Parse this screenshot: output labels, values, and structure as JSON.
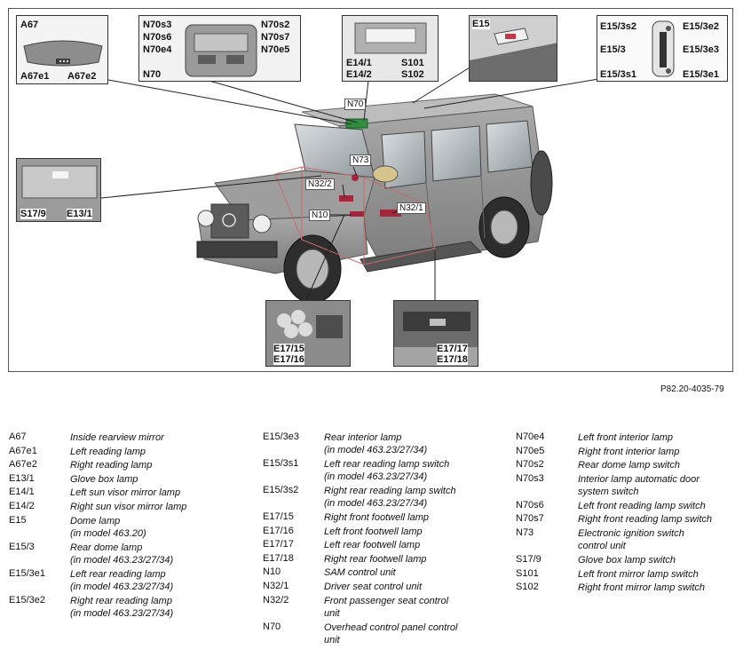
{
  "reference": "P82.20-4035-79",
  "callouts": {
    "a67": "A67",
    "a67e1": "A67e1",
    "a67e2": "A67e2",
    "n70s3": "N70s3",
    "n70s2": "N70s2",
    "n70s6": "N70s6",
    "n70s7": "N70s7",
    "n70e4": "N70e4",
    "n70e5": "N70e5",
    "n70": "N70",
    "e14_1": "E14/1",
    "e14_2": "E14/2",
    "s101": "S101",
    "s102": "S102",
    "e15": "E15",
    "e15_3s2": "E15/3s2",
    "e15_3e2": "E15/3e2",
    "e15_3": "E15/3",
    "e15_3e3": "E15/3e3",
    "e15_3s1": "E15/3s1",
    "e15_3e1": "E15/3e1",
    "s17_9": "S17/9",
    "e13_1": "E13/1",
    "e17_15": "E17/15",
    "e17_16": "E17/16",
    "e17_17": "E17/17",
    "e17_18": "E17/18",
    "tag_n70": "N70",
    "tag_n73": "N73",
    "tag_n32_2": "N32/2",
    "tag_n10": "N10",
    "tag_n32_1": "N32/1"
  },
  "legend": {
    "col1": [
      {
        "code": "A67",
        "desc": [
          "Inside rearview mirror"
        ]
      },
      {
        "code": "A67e1",
        "desc": [
          "Left reading lamp"
        ]
      },
      {
        "code": "A67e2",
        "desc": [
          "Right reading lamp"
        ]
      },
      {
        "code": "E13/1",
        "desc": [
          "Glove box lamp"
        ]
      },
      {
        "code": "E14/1",
        "desc": [
          "Left sun visor mirror lamp"
        ]
      },
      {
        "code": "E14/2",
        "desc": [
          "Right sun visor mirror lamp"
        ]
      },
      {
        "code": "E15",
        "desc": [
          "Dome lamp",
          "(in model 463.20)"
        ]
      },
      {
        "code": "E15/3",
        "desc": [
          "Rear dome lamp",
          "(in model 463.23/27/34)"
        ]
      },
      {
        "code": "E15/3e1",
        "desc": [
          "Left rear reading lamp",
          "(in model 463.23/27/34)"
        ]
      },
      {
        "code": "E15/3e2",
        "desc": [
          "Right rear reading lamp",
          "(in model 463.23/27/34)"
        ]
      }
    ],
    "col2": [
      {
        "code": "E15/3e3",
        "desc": [
          "Rear interior lamp",
          "(in model 463.23/27/34)"
        ]
      },
      {
        "code": "E15/3s1",
        "desc": [
          "Left rear reading lamp switch",
          "(in model 463.23/27/34)"
        ]
      },
      {
        "code": "E15/3s2",
        "desc": [
          "Right rear reading lamp switch",
          "(in model 463.23/27/34)"
        ]
      },
      {
        "code": "E17/15",
        "desc": [
          "Right front footwell lamp"
        ]
      },
      {
        "code": "E17/16",
        "desc": [
          "Left front footwell lamp"
        ]
      },
      {
        "code": "E17/17",
        "desc": [
          "Left rear footwell lamp"
        ]
      },
      {
        "code": "E17/18",
        "desc": [
          "Right rear footwell lamp"
        ]
      },
      {
        "code": "N10",
        "desc": [
          "SAM control unit"
        ]
      },
      {
        "code": "N32/1",
        "desc": [
          "Driver seat control unit"
        ]
      },
      {
        "code": "N32/2",
        "desc": [
          "Front passenger seat control",
          "unit"
        ]
      },
      {
        "code": "N70",
        "desc": [
          "Overhead control panel control",
          "unit"
        ]
      }
    ],
    "col3": [
      {
        "code": "N70e4",
        "desc": [
          "Left front interior lamp"
        ]
      },
      {
        "code": "N70e5",
        "desc": [
          "Right front interior lamp"
        ]
      },
      {
        "code": "N70s2",
        "desc": [
          "Rear dome lamp switch"
        ]
      },
      {
        "code": "N70s3",
        "desc": [
          "Interior lamp automatic door",
          "system switch"
        ]
      },
      {
        "code": "N70s6",
        "desc": [
          "Left front reading lamp switch"
        ]
      },
      {
        "code": "N70s7",
        "desc": [
          "Right front reading lamp switch"
        ]
      },
      {
        "code": "N73",
        "desc": [
          "Electronic ignition switch",
          "control unit"
        ]
      },
      {
        "code": "S17/9",
        "desc": [
          "Glove box lamp switch"
        ]
      },
      {
        "code": "S101",
        "desc": [
          "Left front mirror lamp switch"
        ]
      },
      {
        "code": "S102",
        "desc": [
          "Right front mirror lamp switch"
        ]
      }
    ]
  }
}
